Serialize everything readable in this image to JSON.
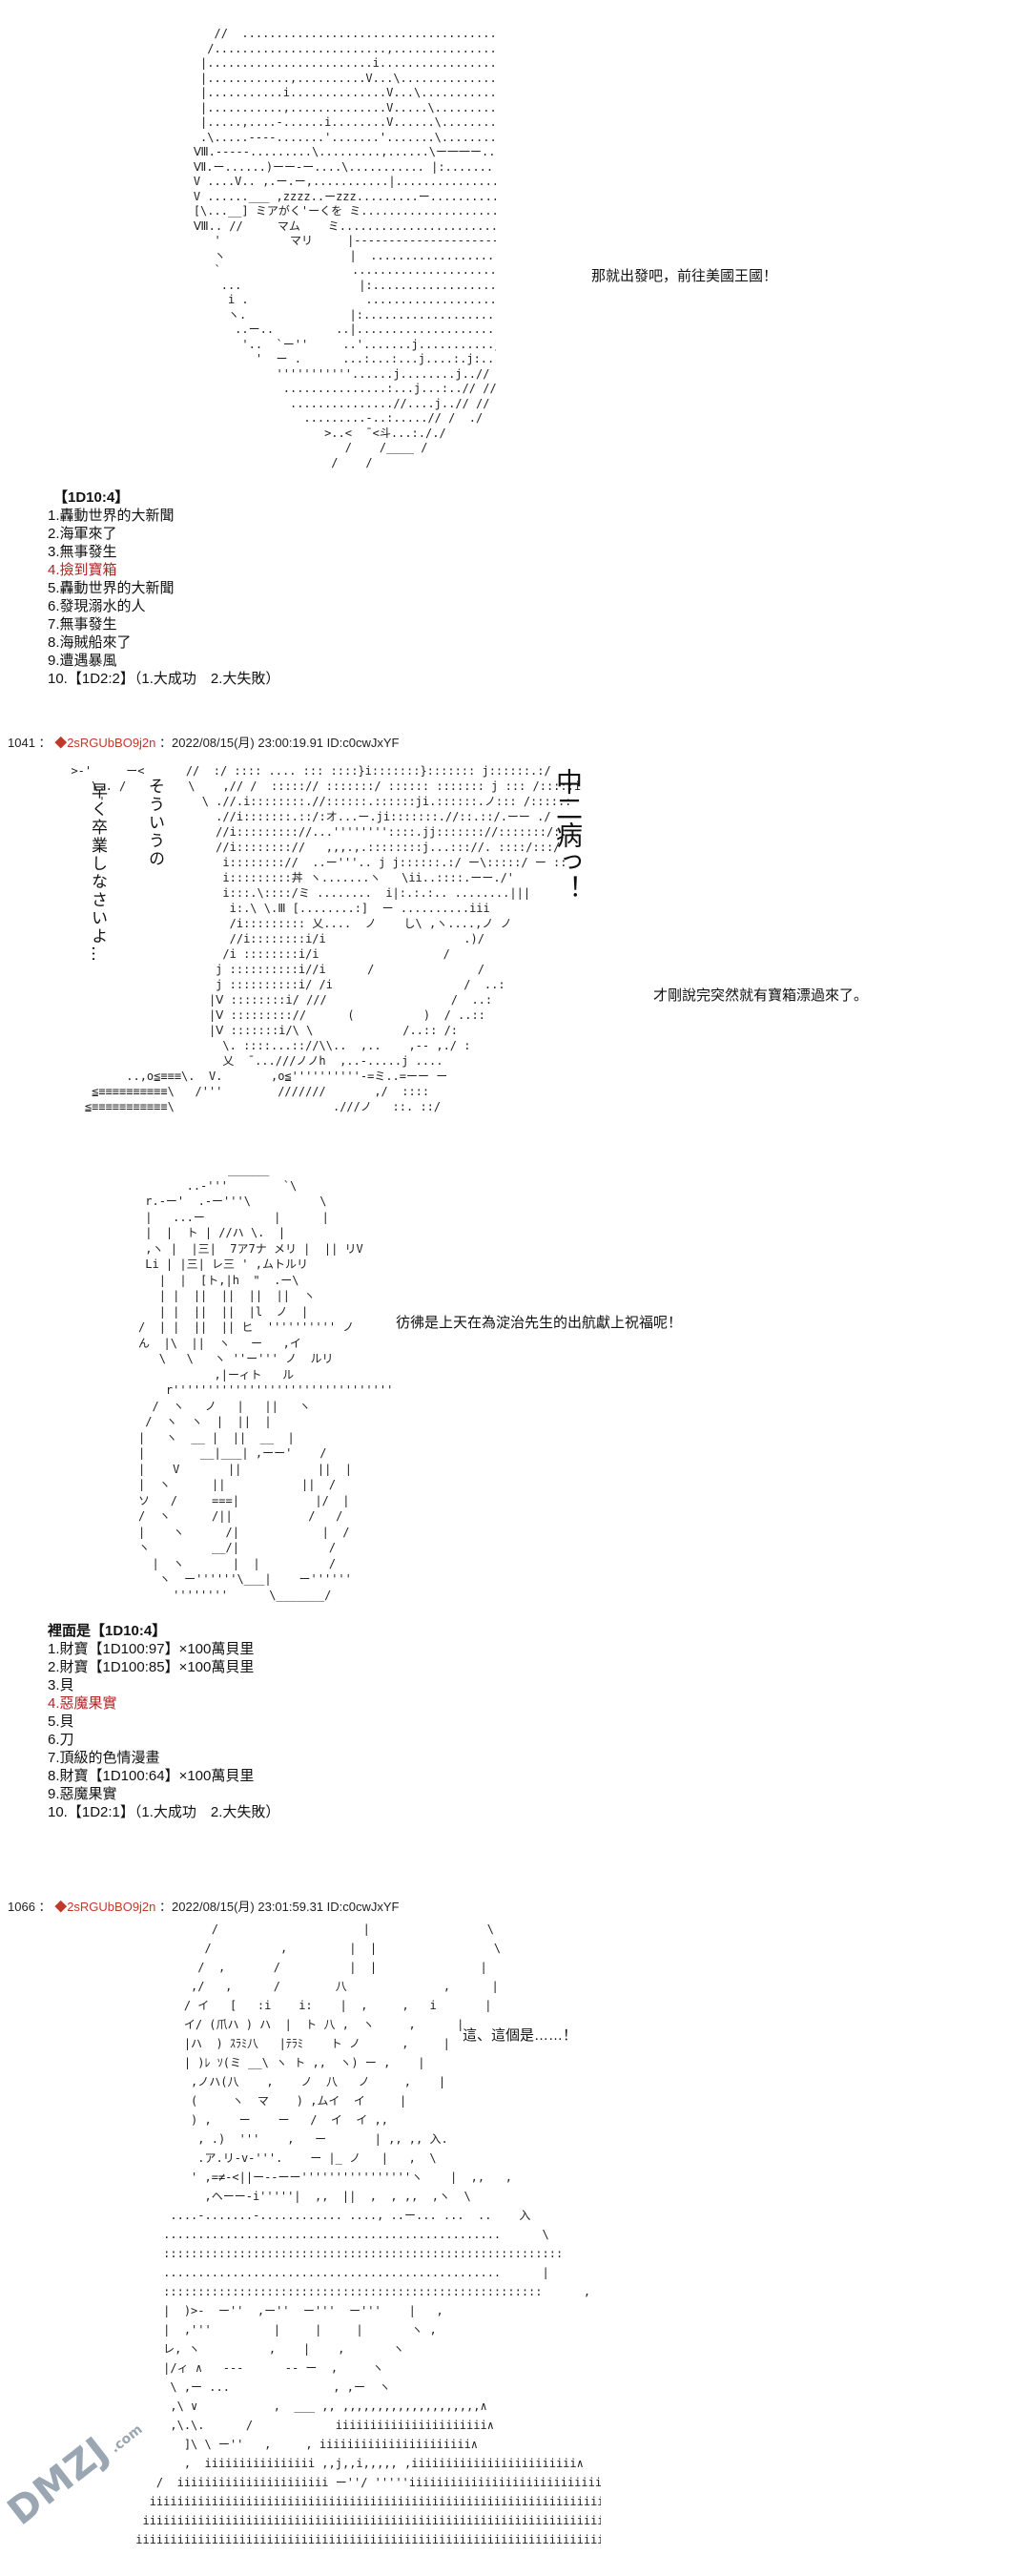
{
  "panel1": {
    "narration": "那就出發吧，前往美國王國！",
    "dice_title": "【1D10:4】",
    "options": [
      "1.轟動世界的大新聞",
      "2.海軍來了",
      "3.無事發生",
      "4.撿到寶箱",
      "5.轟動世界的大新聞",
      "6.發現溺水的人",
      "7.無事發生",
      "8.海賊船來了",
      "9.遭遇暴風"
    ],
    "result_line": "10.【1D2:2】（1.大成功　2.大失敗）"
  },
  "post1041": {
    "number": "1041",
    "separator": "：",
    "name": "◆2sRGUbBO9j2n",
    "meta": "：2022/08/15(月) 23:00:19.91 ID:c0cwJxYF",
    "speech_vertical": "早く卒業しなさいよ…",
    "speech_vertical_2": "そういうの",
    "shout_vertical": "中二病っ！",
    "narration": "才剛說完突然就有寶箱漂過來了。"
  },
  "panel3": {
    "narration": "彷彿是上天在為淀治先生的出航獻上祝福呢！",
    "dice_title": "裡面是【1D10:4】",
    "options": [
      "1.財寶【1D100:97】×100萬貝里",
      "2.財寶【1D100:85】×100萬貝里",
      "3.貝",
      "4.惡魔果實",
      "5.貝",
      "6.刀",
      "7.頂級的色情漫畫",
      "8.財寶【1D100:64】×100萬貝里",
      "9.惡魔果實"
    ],
    "result_line": "10.【1D2:1】（1.大成功　2.大失敗）"
  },
  "post1066": {
    "number": "1066",
    "separator": "：",
    "name": "◆2sRGUbBO9j2n",
    "meta": "：2022/08/15(月) 23:01:59.31 ID:c0cwJxYF",
    "narration": "這、這個是……！"
  },
  "watermark": {
    "main": "DMZJ",
    "sub": ".com"
  },
  "ascii_art": {
    "art1": "                    //  ..........................................................\n                   /.........................,..............................................\n                  |........................i.............................................\n                  |............,..........V...\\.........................................\n                  |...........i..............V...\\...................................\n                  |...........,..............V.....\\..............................\n                  |.....,....-......i........V......\\.........................\n                  .\\.....----.......'.......'.......\\......................\n                 Ⅷ.-----.........\\.........,......\\ー一一ー..............\n                 Ⅶ.ー......)ーー-ー....\\........... |:.................\n                 V ....V.. ,.ー.ー,...........|............... |.........\n                 V ......___ ,zzzz..ーzzz.........ー.......... |.......\n                 [\\...__] ミアがく'ーくを ミ.......................\n                 Ⅷ.. //     マム    ミ...............................\n                    '          マリ     |----------------------------\n                    ヽ                  |  ..............................\n                    `                   ...................................\n                     ...                 |:..........................\n                      i .                 ............................:.\n                      ヽ.               |:.........................:.\n                       ..ー..         ..|......................:.\n                        '..  `ー''     ..'.......j...........j...j:\n                          '  ー .      ...:...:...j....:.j:...//\n                             '''''''''''......j........j..//\n                              ...............:...j...:..// //\n                               ...............//....j..// //  /\n                                 .........-..:.....// /  ./   /\n                                    >..<  ̄ <斗...:././\n                                       /    /____ /\n                                     /    /",
    "art2": "  >-'     ー<      //  :/ :::: .... ::: ::::}i:::::::}::::::: j::::::.:/\n     \\.. /         \\    ,// /  :::::// :::::::/ :::::: ::::::: j ::: /:::::i\n      '              \\ .//.i::::::::.//::::::.::::::ji.::::::.ノ::: /::::.:\n                       .//i:::::::.::/:オ...ー.ji:::::::.//::.::/.ーー ./\n                       //i::::::::://...''''''''::::.jj::::::://:::::::/::::\n                       //i:::::::://   ,,,.,.::::::::j...::://. ::::/:::/\n                        i:::::::://  ..ー'''.. j j::::::.:/ ー\\:::::/ ー ::\n                        i:::::::::丼 ヽ.......ヽ   \\ii..::::.ーー./'\n                        i:::.\\::::/ミ ........  i|:.:.:.. ........|||\n                         i:.\\ \\.Ⅲ [........:]  ー ..........iii\n                         /i::::::::: 乂....  ノ    し\\ ,ヽ....,ノ ノ\n                         //i::::::::i/i                    .)/\n                        /i ::::::::i/i                  /\n                       j ::::::::::i//i      /               /\n                       j ::::::::::i/ /i                   /  ..:\n                      |Ⅴ ::::::::i/ ///                  /  ..:\n                      |Ⅴ ::::::::://      (          )  / ..::\n                      |Ⅴ :::::::i/\\ \\             /..:: /:\n                        \\. ::::...:://\\\\..  ,..    ,-- ,./ :\n                        乂  ̄ ...///ノノh  ,..-.....j ....\n          ..,o≦≡≡≡\\.  V.       ,o≦''''''''''-=ミ..=ーー ー\n     ≦≡≡≡≡≡≡≡≡≡≡\\   /'''        ///////       ,/  ::::\n    ≦≡≡≡≡≡≡≡≡≡≡≡\\                       .///ノ   ::. ::/",
    "art3": "                      ______\n                ..-'''        `\\\n          r.-ー'  .-ー'''\\          \\\n          |   ...ー          |      |\n          |  |  ト | //ハ \\.  |\n          ,ヽ |  |三|  7ア7ナ メリ |  || リV\n          Li | |三| レ三 ' ,ムトルリ\n            |  |  [ト,|h  \"  .ー\\\n            | |  ||  ||  ||  ||  ヽ\n            | |  ||  ||  |l  ノ  |\n         /  | |  ||  || ヒ  '''''''''' ノ\n         ん  |\\  ||  ヽ   ー   ,イ\n            \\   \\   ヽ ''ー''' ノ  ルリ\n                    ,|ーィト   ル\n             r''''''''''''''''''''''''''''''''''''''''ヽ\n           /  ヽ   ノ   |   ||   ヽ\n          /  ヽ  ヽ  |  ||  |\n         |   ヽ  __ |  ||  __  |\n         |        __|___| ,ーー'    /\n         |    V       ||           ||  |\n         |  ヽ      ||           ||  /\n         ソ   /     ===|           |/  |\n         /  ヽ      /||           /   /\n         |    ヽ      /|            |  /\n         ヽ         __/|             /\n           |  ヽ       |  |          /\n            ヽ  ー''''''\\___|    ー''''''\n              ''''''''      \\_______/",
    "art4": "                     /                     |                 \\\n                    /          ,         |  |                 \\\n                   /  ,       /          |  |               |\n                  ,/   ,      /        八              ,      |\n                 / イ   [   :i    i:    |  ,     ,   i       |\n                 イ/ (爪ハ ) ハ  |  ト 八 ,  ヽ     ,      |\n                 |ハ  ) ｽﾗﾐ八   |ﾃﾗﾐ    ト ノ      ,     |\n                 | )ﾚ ｿ(ミ __\\ ヽ ト ,,  ヽ) ー ,    |\n                  ,ノハ(八    ,    ノ  八   ノ     ,    |\n                  (     ヽ  マ    ) ,ムイ  イ     |\n                  ) ,    ー    ー   /  イ  イ ,,\n                   , .)  '''    ,   ー       | ,, ,, 入.\n                   .ア.リ-v-'''.    ー |_ ノ   |   ,  \\\n                  ' ,=≠-<||ー--ーー''''''''''''''''ヽ    |  ,,   ,\n                    ,ヘーー-i'''''|  ,,  ||  ,  , ,,  ,ヽ  \\\n               ....-.......-............ ...., ..ー... ...  ..    入\n              .................................................      \\\n              ::::::::::::::::::::::::::::::::::::::::::::::::::::::::::       |\n              .................................................      |\n              :::::::::::::::::::::::::::::::::::::::::::::::::::::::      ,\n              |  )>-  ー''  ,ー''  ー'''  ー'''    |   ,\n              |  ,'''         |     |     |       ヽ ,\n              レ, ヽ          ,    |    ,       ヽ\n              |/ィ ∧   ---      -- ー  ,     ヽ\n               \\ ,ー ...               , ,ー  ヽ\n               ,\\ ∨           ,  ___ ,, ,,,,,,,,,,,,,,,,,,,,∧\n               ,\\.\\.      /            iiiiiiiiiiiiiiiiiiiiii∧\n                 ]\\ \\ ー''   ,     , iiiiiiiiiiiiiiiiiiiiii∧\n                 ,  iiiiiiiiiiiiiiii ,,j,,i,,,,, ,iiiiiiiiiiiiiiiiiiiiiiii∧\n             /  iiiiiiiiiiiiiiiiiiiiii ー''/ '''''iiiiiiiiiiiiiiiiiiiiiiiiiiiii∧\n            iiiiiiiiiiiiiiiiiiiiiiiiiiiiiiiiiiiiiiiiiiiiiiiiiiiiiiiiiiiiiiiiiiiiii∧\n           iiiiiiiiiiiiiiiiiiiiiiiiiiiiiiiiiiiiiiiiiiiiiiiiiiiiiiiiiiiiiiiiiiiiiii,\n          iiiiiiiiiiiiiiiiiiiiiiiiiiiiiiiiiiiiiiiiiiiiiiiiiiiiiiiiiiiiiiiiiiiiiiiiii"
  }
}
